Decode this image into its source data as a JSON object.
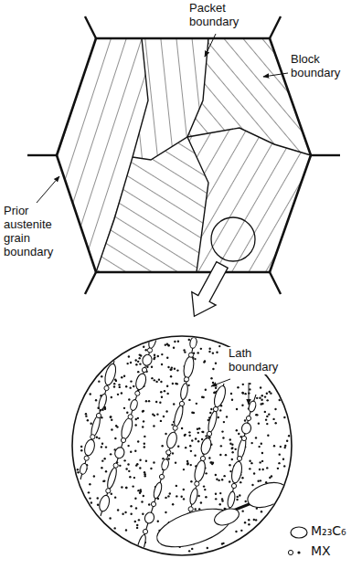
{
  "diagram": {
    "labels": [
      "Packet boundary",
      "Block boundary",
      "Prior austenite grain boundary",
      "Lath boundary"
    ],
    "legend": [
      {
        "text": "M₂₃C₆"
      },
      {
        "text": "MX"
      }
    ]
  }
}
